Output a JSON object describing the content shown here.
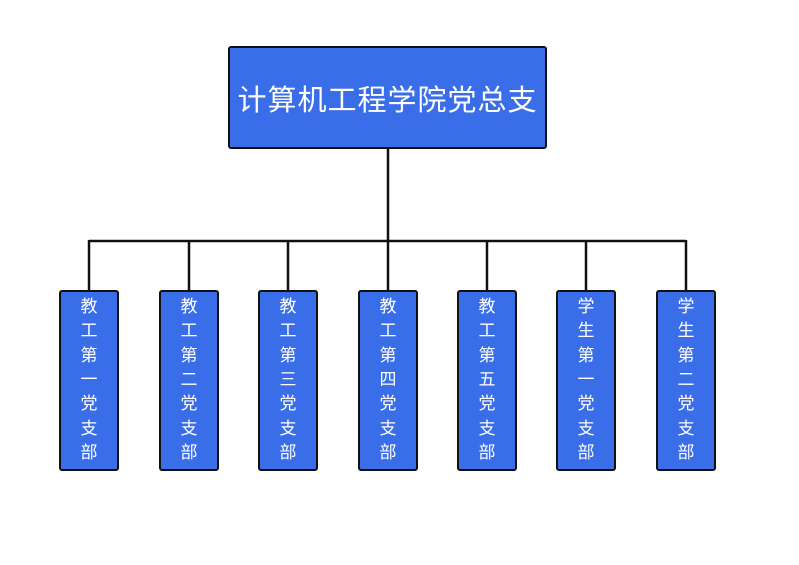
{
  "root": {
    "label": "计算机工程学院党总支"
  },
  "branches": [
    {
      "chars": [
        "教",
        "工",
        "第",
        "一",
        "党",
        "支",
        "部"
      ]
    },
    {
      "chars": [
        "教",
        "工",
        "第",
        "二",
        "党",
        "支",
        "部"
      ]
    },
    {
      "chars": [
        "教",
        "工",
        "第",
        "三",
        "党",
        "支",
        "部"
      ]
    },
    {
      "chars": [
        "教",
        "工",
        "第",
        "四",
        "党",
        "支",
        "部"
      ]
    },
    {
      "chars": [
        "教",
        "工",
        "第",
        "五",
        "党",
        "支",
        "部"
      ]
    },
    {
      "chars": [
        "学",
        "生",
        "第",
        "一",
        "党",
        "支",
        "部"
      ]
    },
    {
      "chars": [
        "学",
        "生",
        "第",
        "二",
        "党",
        "支",
        "部"
      ]
    }
  ],
  "colors": {
    "box_fill": "#3a6ee8",
    "line": "#101010",
    "text": "#ffffff"
  }
}
